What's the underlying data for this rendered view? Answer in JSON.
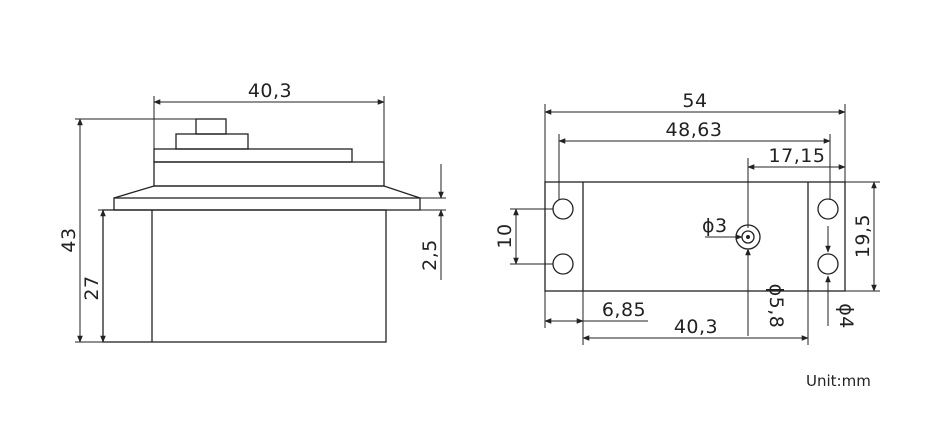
{
  "side_view": {
    "width_label": "40,3",
    "total_height_label": "43",
    "body_height_label": "27",
    "flange_thickness_label": "2,5"
  },
  "top_view": {
    "overall_length_label": "54",
    "hole_spacing_label": "48,63",
    "shaft_offset_label": "17,15",
    "width_label": "19,5",
    "hole_pitch_label": "10",
    "shaft_dia_label": "ϕ3",
    "spline_dia_label": "ϕ5,8",
    "hole_dia_label": "ϕ4",
    "flange_edge_label": "6,85",
    "body_length_label": "40,3"
  },
  "unit_label": "Unit:mm"
}
